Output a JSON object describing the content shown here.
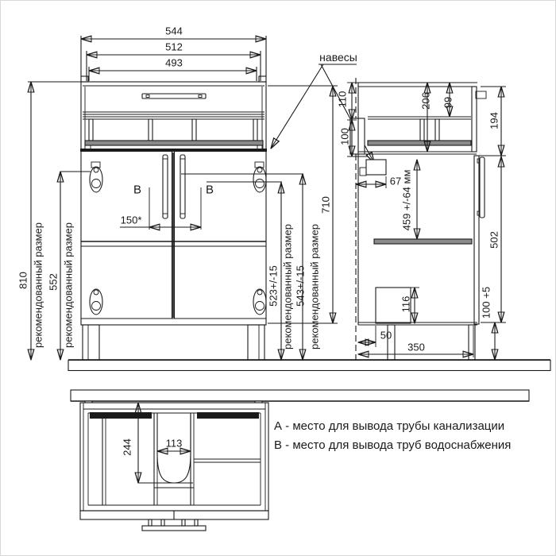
{
  "front_view": {
    "dim_544": "544",
    "dim_512": "512",
    "dim_493": "493",
    "hangers_label": "навесы",
    "dim_810": "810",
    "dim_810_note": "рекомендованный размер",
    "dim_552": "552",
    "dim_552_note": "рекомендованный размер",
    "dim_150": "150*",
    "label_b_left": "В",
    "label_b_right": "В",
    "dim_523": "523+/-15",
    "dim_523_note": "рекомендованный размер",
    "dim_543": "543+/-15",
    "dim_543_note": "рекомендованный размер",
    "dim_710": "710"
  },
  "side_view": {
    "dim_110": "110",
    "dim_100": "100",
    "dim_206": "206",
    "dim_99": "99",
    "dim_194": "194",
    "dim_67": "67",
    "dim_459": "459 +/-64 мм",
    "dim_502": "502",
    "dim_116": "116",
    "dim_100_5": "100 +5",
    "dim_50": "50",
    "dim_350": "350"
  },
  "bottom_view": {
    "dim_244": "244",
    "dim_113": "113"
  },
  "legend": {
    "line_a": "А - место для вывода трубы канализации",
    "line_b": "В - место для вывода труб водоснабжения"
  },
  "colors": {
    "line": "#1a1a1a",
    "green": "#10b41c",
    "blue": "#1a18dd"
  }
}
